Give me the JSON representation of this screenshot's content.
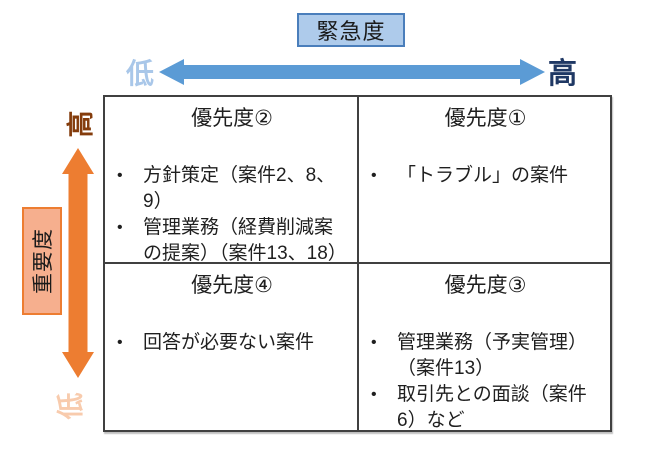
{
  "urgency_axis": {
    "title": "緊急度",
    "low_label": "低",
    "high_label": "高"
  },
  "importance_axis": {
    "title": "重要度",
    "high_label": "高",
    "low_label": "低"
  },
  "bullet_char": "•",
  "quadrants": {
    "top_left": {
      "title": "優先度②",
      "items": [
        "方針策定（案件2、8、9）",
        "管理業務（経費削減案の提案）（案件13、18）"
      ]
    },
    "top_right": {
      "title": "優先度①",
      "items": [
        "「トラブル」の案件"
      ]
    },
    "bottom_left": {
      "title": "優先度④",
      "items": [
        "回答が必要ない案件"
      ]
    },
    "bottom_right": {
      "title": "優先度③",
      "items": [
        "管理業務（予実管理）（案件13）",
        "取引先との面談（案件6）など"
      ]
    }
  },
  "colors": {
    "urgency_arrow": "#5B9BD5",
    "urgency_box_fill": "#AECBEB",
    "urgency_box_border": "#4A7EBB",
    "urgency_low_text": "#A9C7E9",
    "urgency_high_text": "#1F3864",
    "importance_arrow": "#ED7D31",
    "importance_box_fill": "#F6AF8E",
    "importance_box_border": "#ED7D31",
    "importance_high_text": "#843C0C",
    "importance_low_text": "#F8CBAD",
    "table_border": "#404040",
    "text": "#1f1f1f"
  }
}
